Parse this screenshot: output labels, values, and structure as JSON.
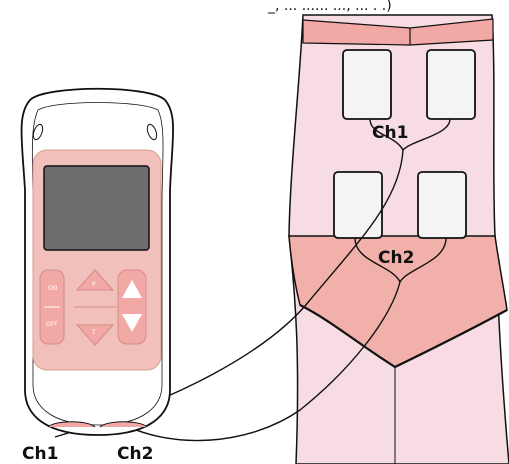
{
  "caption_top": "_, ... ...... ...,  ... . .)",
  "channels": {
    "ch1_body": "Ch1",
    "ch2_body": "Ch2",
    "ch1_device": "Ch1",
    "ch2_device": "Ch2"
  },
  "device": {
    "buttons": {
      "on": "ON",
      "off": "OFF",
      "p": "P",
      "t": "T"
    }
  },
  "colors": {
    "skin": "#f7dde3",
    "accent_pink": "#f2a9a6",
    "panel_pink": "#f2c0bb",
    "screen_gray": "#6d6d70",
    "pad_white": "#f4f4f4",
    "outline": "#111111"
  }
}
